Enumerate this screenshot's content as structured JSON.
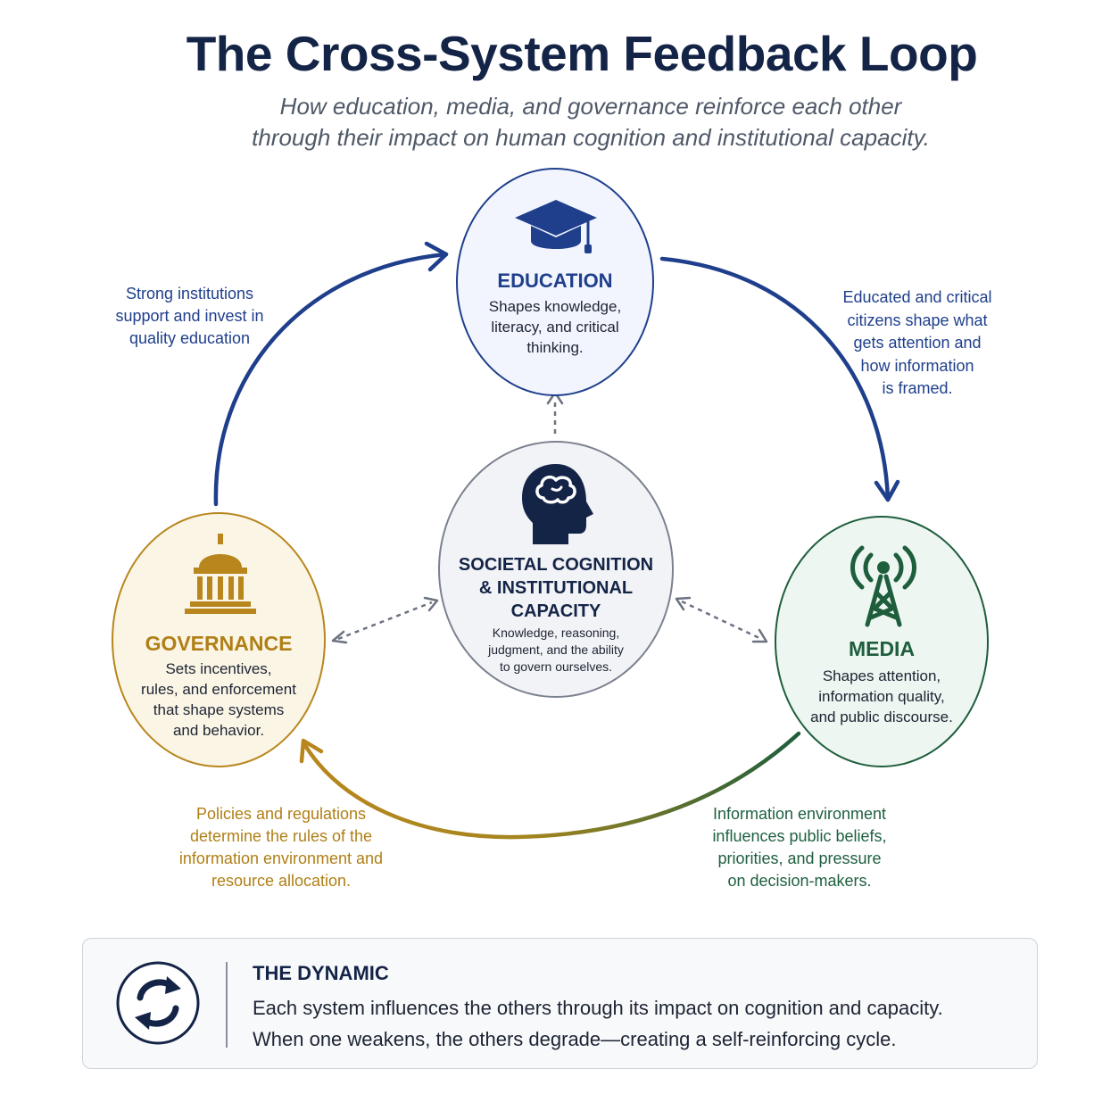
{
  "header": {
    "title": "The Cross-System Feedback Loop",
    "subtitle_lines": [
      "How education, media, and governance reinforce each other",
      "through their impact on human cognition and institutional capacity."
    ]
  },
  "nodes": {
    "education": {
      "icon": "graduation-cap-icon",
      "title": "EDUCATION",
      "desc_lines": [
        "Shapes knowledge,",
        "literacy, and critical",
        "thinking."
      ],
      "color": "#1f3f8c"
    },
    "cognition": {
      "icon": "brain-head-icon",
      "title_lines": [
        "SOCIETAL COGNITION",
        "& INSTITUTIONAL",
        "CAPACITY"
      ],
      "desc_lines": [
        "Knowledge, reasoning,",
        "judgment, and the ability",
        "to govern ourselves."
      ],
      "color": "#142447"
    },
    "governance": {
      "icon": "capitol-building-icon",
      "title": "GOVERNANCE",
      "desc_lines": [
        "Sets incentives,",
        "rules, and enforcement",
        "that shape systems",
        "and behavior."
      ],
      "color": "#b8861d"
    },
    "media": {
      "icon": "broadcast-tower-icon",
      "title": "MEDIA",
      "desc_lines": [
        "Shapes attention,",
        "information quality,",
        "and public discourse."
      ],
      "color": "#1e5e3c"
    }
  },
  "edge_labels": {
    "governance_to_education": [
      "Strong institutions",
      "support and invest in",
      "quality education"
    ],
    "education_to_media": [
      "Educated and critical",
      "citizens shape what",
      "gets attention and",
      "how information",
      "is framed."
    ],
    "governance_policies": [
      "Policies and regulations",
      "determine the rules of the",
      "information environment and",
      "resource allocation."
    ],
    "media_to_governance": [
      "Information environment",
      "influences public beliefs,",
      "priorities, and pressure",
      "on decision-makers."
    ]
  },
  "dynamic": {
    "icon": "refresh-cycle-icon",
    "heading": "THE DYNAMIC",
    "lines": [
      "Each system influences the others through its impact on cognition and capacity.",
      "When one weakens, the others degrade—creating a self-reinforcing cycle."
    ]
  }
}
